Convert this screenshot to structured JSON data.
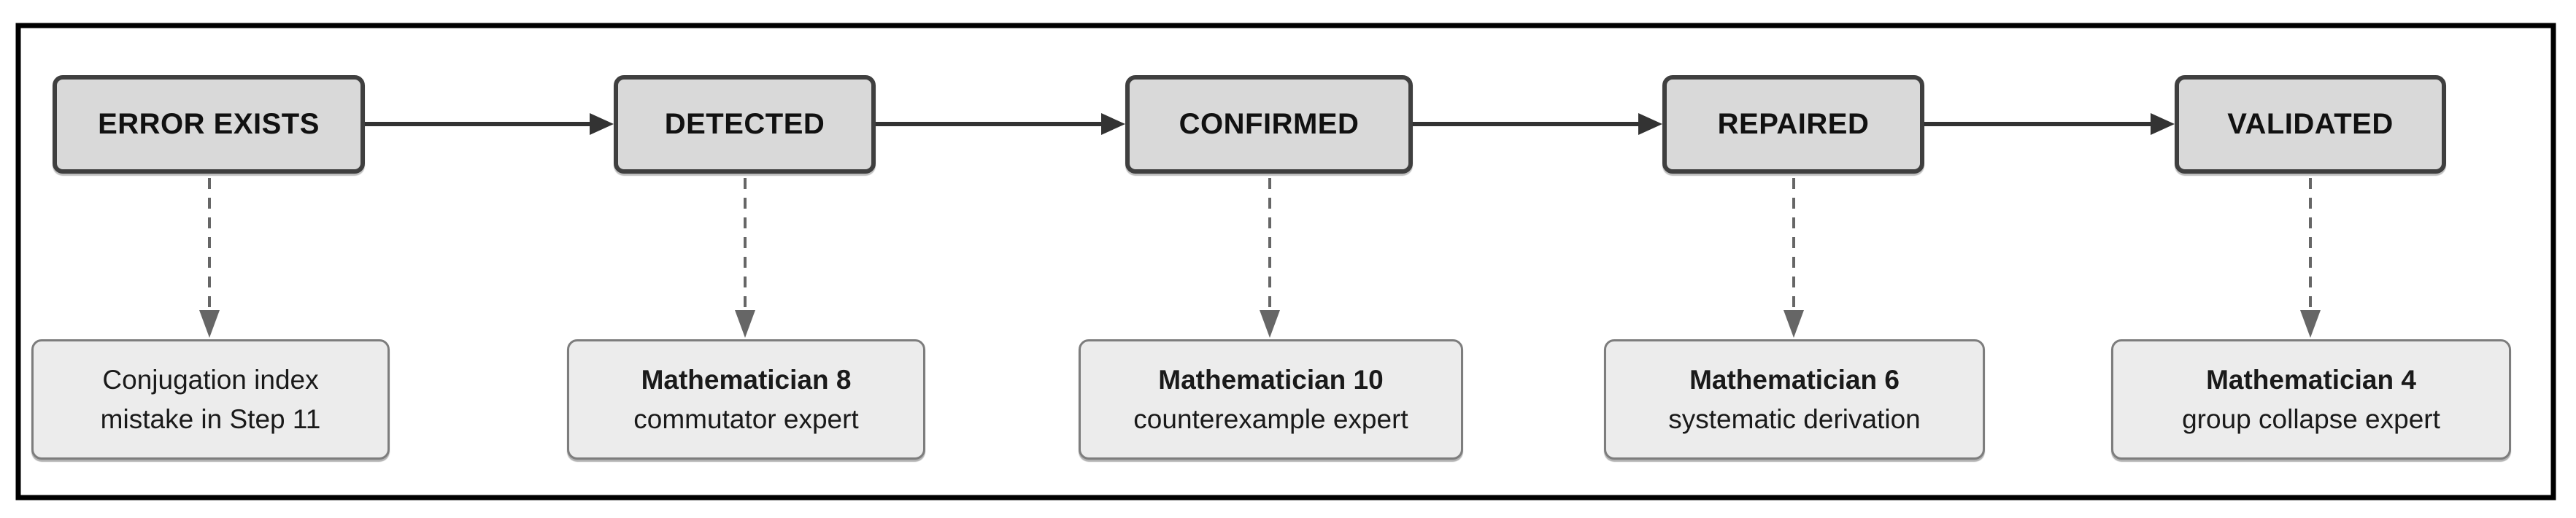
{
  "diagram": {
    "stages": [
      {
        "label": "ERROR EXISTS",
        "detail_lines": [
          "Conjugation index",
          "mistake in Step 11"
        ]
      },
      {
        "label": "DETECTED",
        "detail_lines": [
          "Mathematician 8",
          "commutator expert"
        ]
      },
      {
        "label": "CONFIRMED",
        "detail_lines": [
          "Mathematician 10",
          "counterexample expert"
        ]
      },
      {
        "label": "REPAIRED",
        "detail_lines": [
          "Mathematician 6",
          "systematic derivation"
        ]
      },
      {
        "label": "VALIDATED",
        "detail_lines": [
          "Mathematician 4",
          "group collapse expert"
        ]
      }
    ],
    "colors": {
      "background": "#ffffff",
      "outer_border": "#000000",
      "stage_box_fill": "#d9d9d9",
      "stage_box_border": "#3f3f3f",
      "detail_box_fill": "#ececec",
      "detail_box_border": "#7d7d7d",
      "solid_arrow": "#333333",
      "dashed_arrow": "#666666",
      "text": "#111111"
    }
  }
}
